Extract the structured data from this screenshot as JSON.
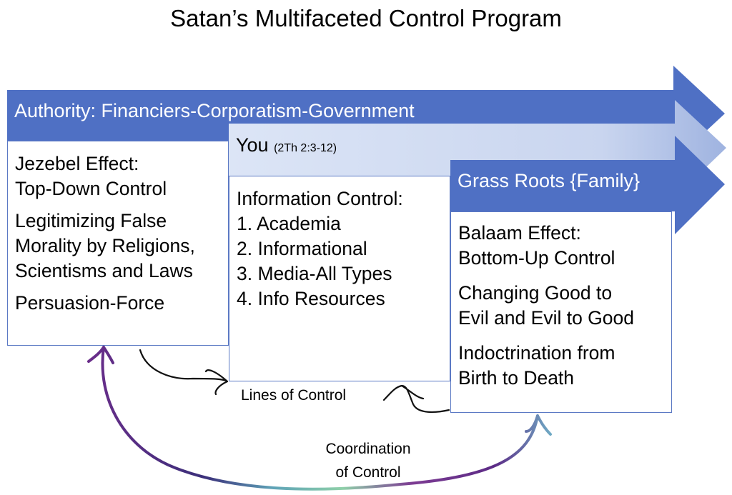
{
  "title": "Satan’s Multifaceted Control Program",
  "colors": {
    "banner_blue": "#4f70c4",
    "box_border": "#5b79c4",
    "you_light": "#dbe4f5",
    "you_dark": "#b9c8e8"
  },
  "authority": {
    "banner": "Authority: Financiers-Corporatism-Government",
    "items": [
      {
        "lines": [
          "Jezebel Effect:",
          "Top-Down Control"
        ]
      },
      {
        "lines": [
          "Legitimizing False",
          "Morality by Religions,",
          "Scientisms and Laws"
        ]
      },
      {
        "lines": [
          "Persuasion-Force"
        ]
      }
    ]
  },
  "you": {
    "banner": "You",
    "reference": "(2Th 2:3-12)",
    "items": [
      "Information Control:",
      "1. Academia",
      "2. Informational",
      "3. Media-All Types",
      "4. Info Resources"
    ]
  },
  "grass_roots": {
    "banner": "Grass Roots {Family}",
    "items": [
      {
        "lines": [
          "Balaam Effect:",
          "Bottom-Up Control"
        ]
      },
      {
        "lines": [
          "Changing Good to",
          "Evil and Evil to Good"
        ]
      },
      {
        "lines": [
          "Indoctrination from",
          "Birth to Death"
        ]
      }
    ]
  },
  "annotations": {
    "lines_of_control": "Lines of Control",
    "coordination_line1": "Coordination",
    "coordination_line2": "of Control"
  }
}
